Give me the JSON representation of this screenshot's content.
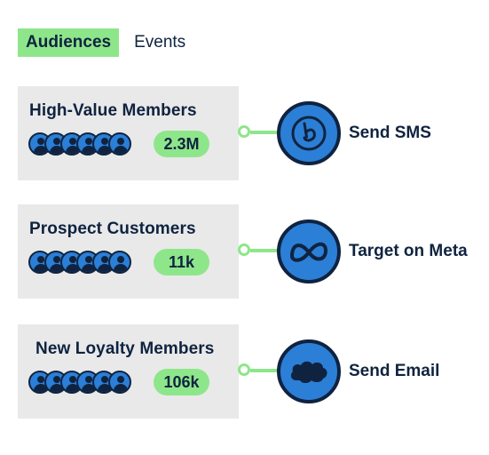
{
  "tabs": [
    {
      "label": "Audiences",
      "active": true
    },
    {
      "label": "Events",
      "active": false
    }
  ],
  "rows": [
    {
      "audience": "High-Value Members",
      "count": "2.3M",
      "action": "Send SMS",
      "icon": "braze-icon"
    },
    {
      "audience": "Prospect Customers",
      "count": "11k",
      "action": "Target on Meta",
      "icon": "meta-icon"
    },
    {
      "audience": "New Loyalty Members",
      "count": "106k",
      "action": "Send Email",
      "icon": "salesforce-cloud-icon"
    }
  ],
  "colors": {
    "accent_green": "#8ee68a",
    "brand_blue": "#2b7fd6",
    "navy": "#0f2340",
    "card_gray": "#e9e9e9"
  }
}
